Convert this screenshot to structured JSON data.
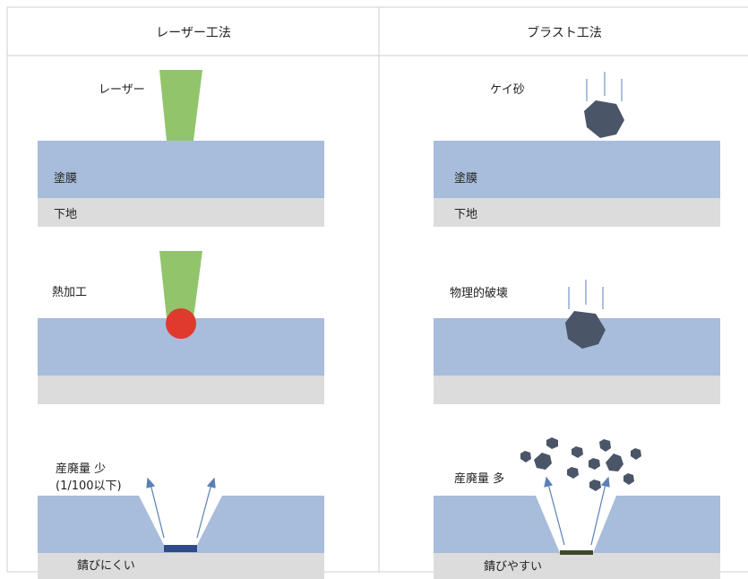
{
  "columns": [
    {
      "header": "レーザー工法"
    },
    {
      "header": "ブラスト工法"
    }
  ],
  "laser": {
    "step1": {
      "beam_label": "レーザー",
      "coating_label": "塗膜",
      "substrate_label": "下地"
    },
    "step2": {
      "process_label": "熱加工"
    },
    "step3": {
      "waste_label": "産廃量 少",
      "waste_sub_label": "(1/100以下)",
      "result_label": "錆びにくい"
    }
  },
  "blast": {
    "step1": {
      "media_label": "ケイ砂",
      "coating_label": "塗膜",
      "substrate_label": "下地"
    },
    "step2": {
      "process_label": "物理的破壊"
    },
    "step3": {
      "waste_label": "産廃量 多",
      "result_label": "錆びやすい"
    }
  },
  "colors": {
    "coating": "#a8bcdc",
    "substrate": "#dcdcdc",
    "laser_beam": "#92c46c",
    "heat_spot": "#e03a2e",
    "sand": "#4a5568",
    "laser_residue": "#2e4a8a",
    "blast_residue": "#3d4a2a",
    "arrow": "#5b7fb8"
  }
}
